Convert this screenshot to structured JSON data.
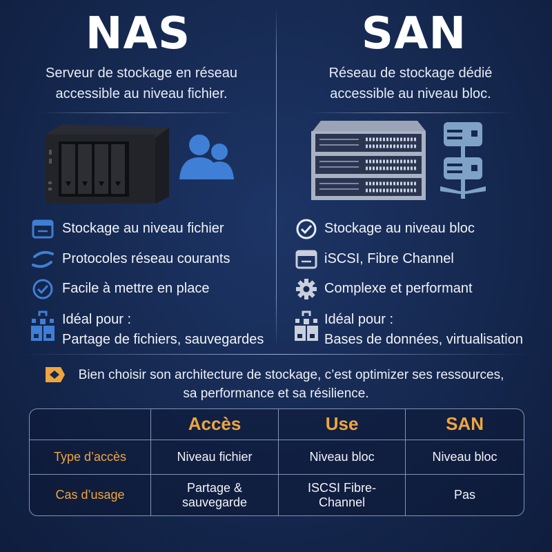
{
  "nas": {
    "title": "NAS",
    "subtitle_1": "Serveur de stockage en réseau",
    "subtitle_2": "accessible au niveau fichier.",
    "features": [
      {
        "icon": "file-storage-icon",
        "label": "Stockage au niveau fichier"
      },
      {
        "icon": "network-protocol-icon",
        "label": "Protocoles réseau courants"
      },
      {
        "icon": "check-circle-icon",
        "label": "Facile à mettre en place"
      }
    ],
    "ideal_label": "Idéal pour :",
    "ideal_value": "Partage de fichiers, sauvegardes"
  },
  "san": {
    "title": "SAN",
    "subtitle_1": "Réseau de stockage dédié",
    "subtitle_2": "accessible au niveau bloc.",
    "features": [
      {
        "icon": "check-circle-icon",
        "label": "Stockage au niveau bloc"
      },
      {
        "icon": "storage-drawer-icon",
        "label": "iSCSI, Fibre Channel"
      },
      {
        "icon": "gear-icon",
        "label": "Complexe et performant"
      }
    ],
    "ideal_label": "Idéal pour :",
    "ideal_value": "Bases de données, virtualisation"
  },
  "quote": {
    "line_1": "Bien choisir son architecture de stockage, c’est optimizer ses ressources,",
    "line_2": "sa performance et sa résilience."
  },
  "table": {
    "headers": [
      "",
      "Accès",
      "Use",
      "SAN"
    ],
    "rows": [
      {
        "label": "Type d’accès",
        "cells": [
          "Niveau fichier",
          "Niveau bloc",
          "Niveau bloc"
        ]
      },
      {
        "label": "Cas d’usage",
        "cells": [
          "Partage & sauvegarde",
          "ISCSI Fibre-Channel",
          "Pas"
        ]
      }
    ]
  },
  "colors": {
    "accent": "#f0a53f",
    "nas_icon": "#3f7fd6",
    "san_icon": "#7fa3c6",
    "background": "#15284f"
  }
}
